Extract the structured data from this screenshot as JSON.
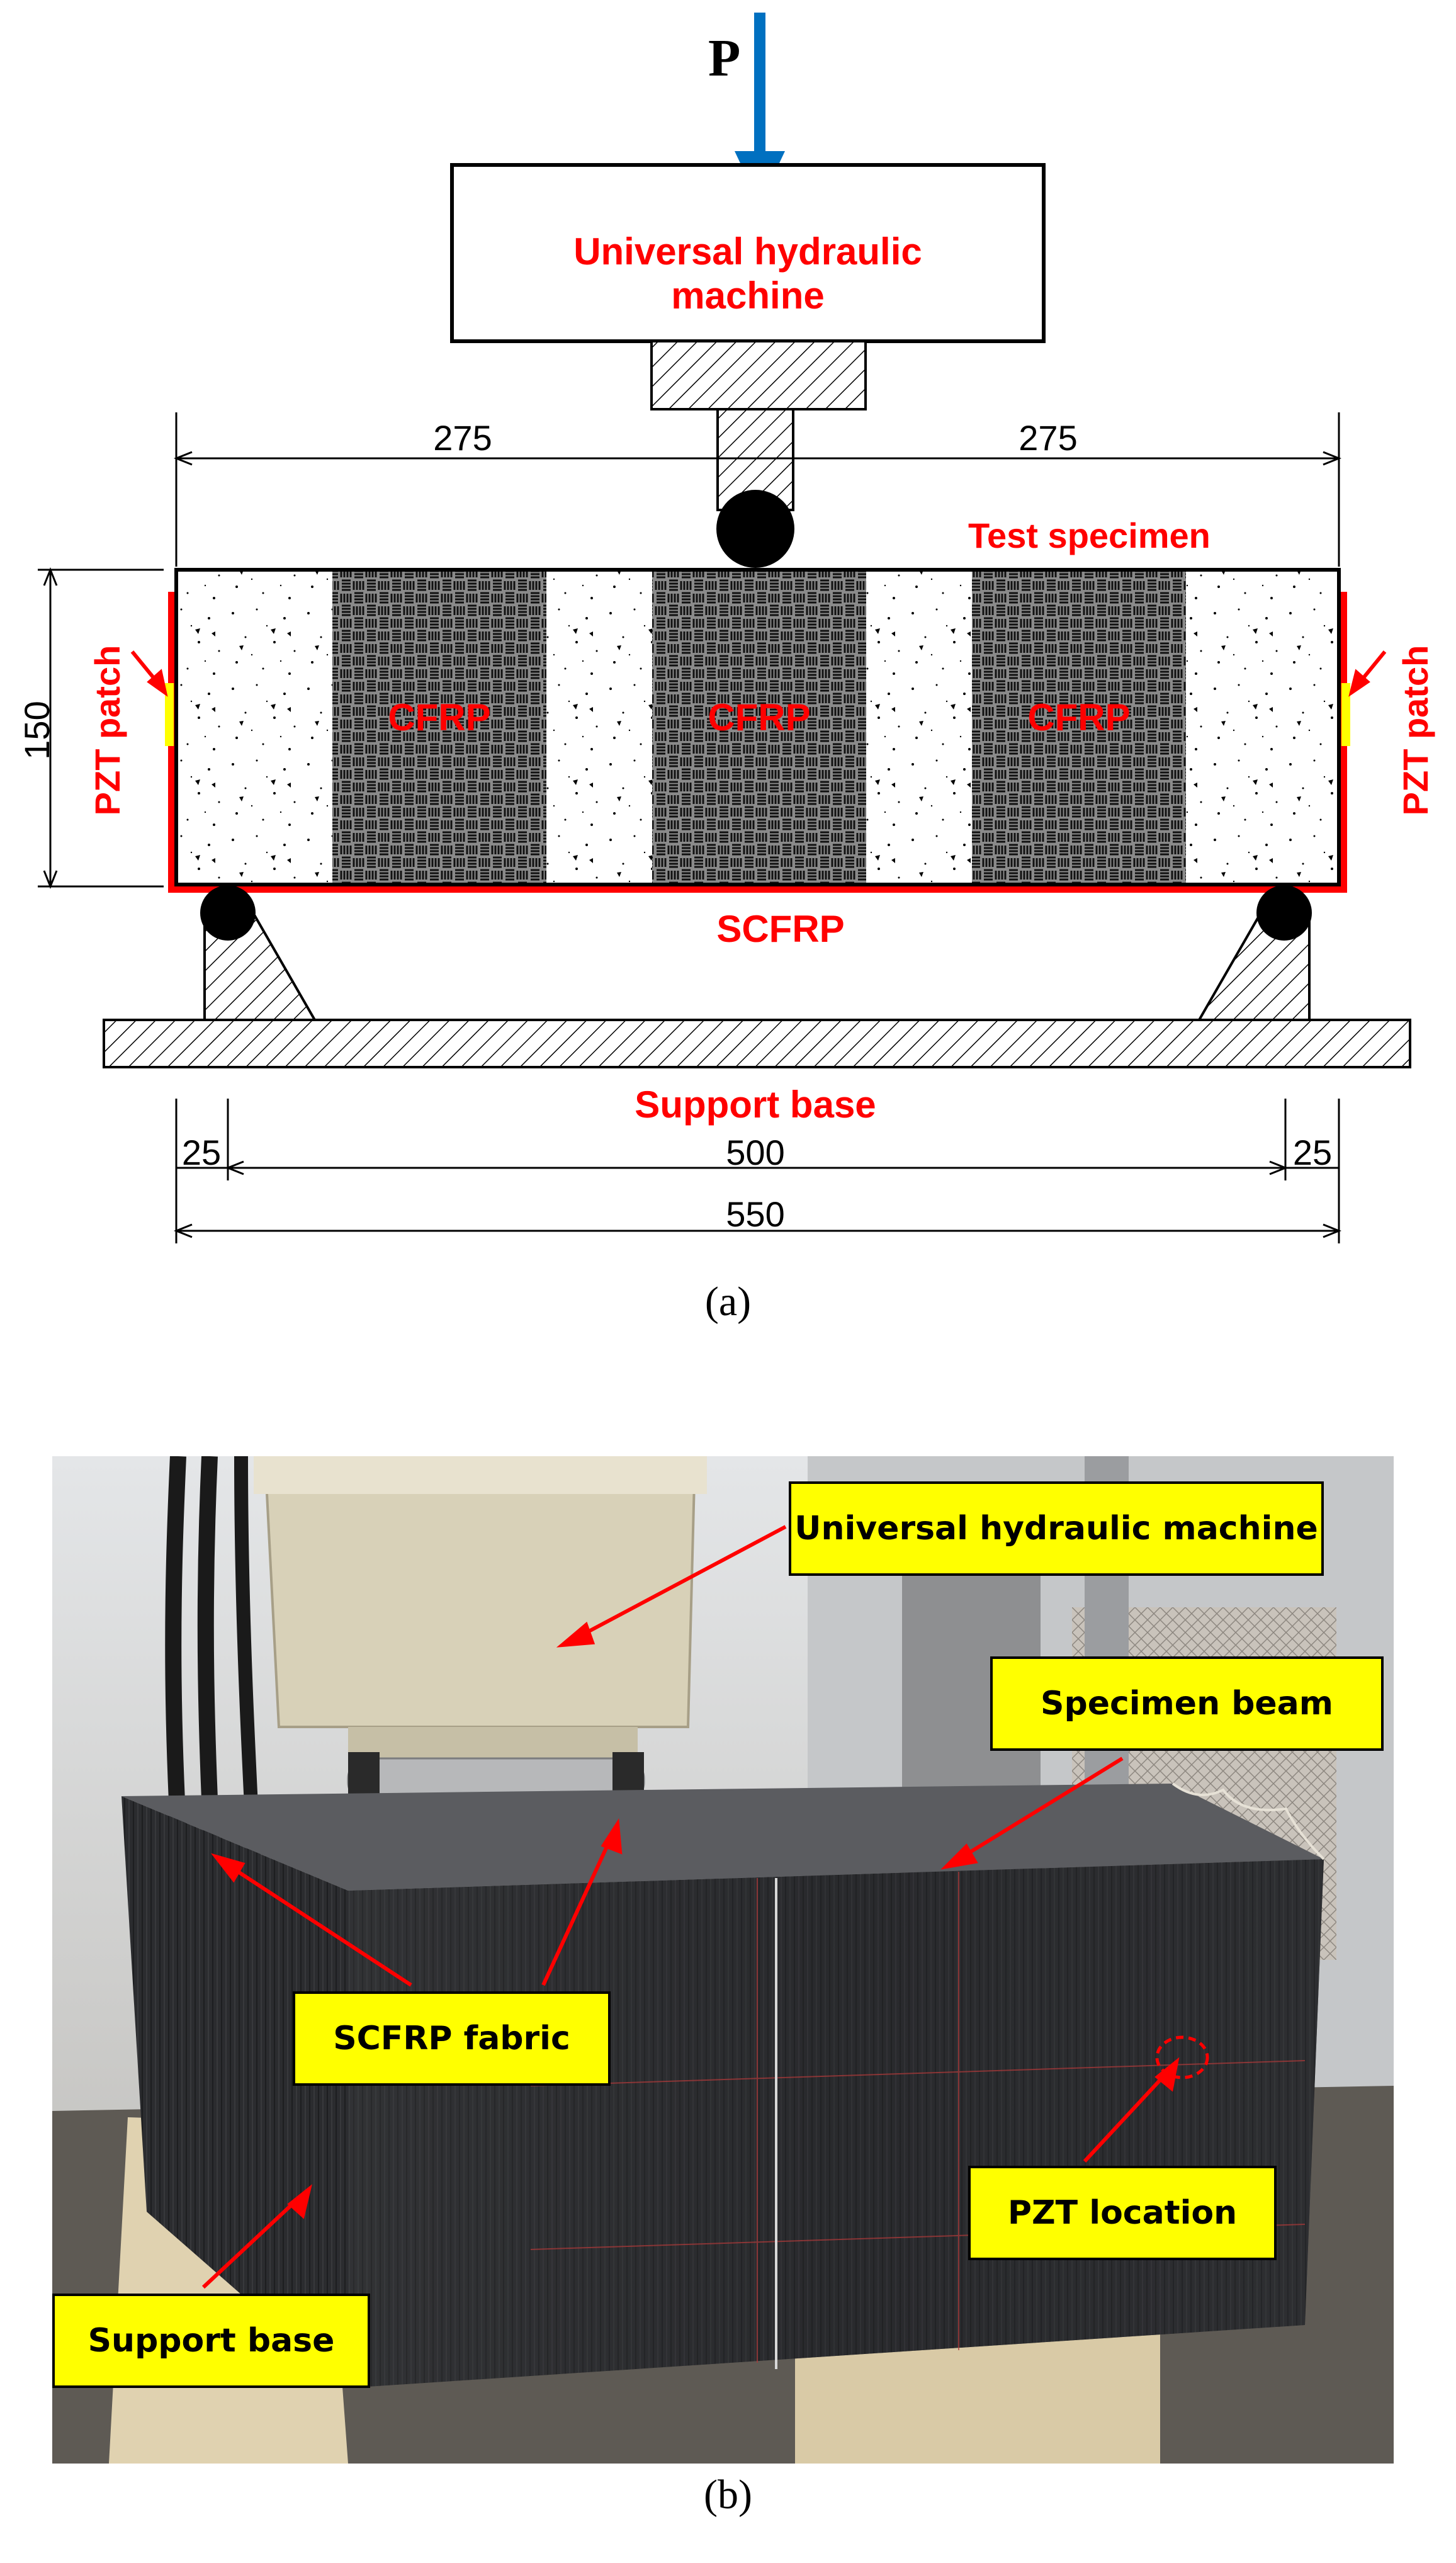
{
  "figure_a": {
    "load_label": "P",
    "machine_label_line1": "Universal hydraulic",
    "machine_label_line2": "machine",
    "specimen_label": "Test specimen",
    "cfrp_labels": [
      "CFRP",
      "CFRP",
      "CFRP"
    ],
    "pzt_left_label": "PZT patch",
    "pzt_right_label": "PZT patch",
    "scfrp_label": "SCFRP",
    "support_label": "Support base",
    "dim_left_half": "275",
    "dim_right_half": "275",
    "dim_height": "150",
    "dim_overhang_left": "25",
    "dim_span": "500",
    "dim_overhang_right": "25",
    "dim_total": "550",
    "colors": {
      "label_red": "#ff0000",
      "load_arrow": "#0070c0",
      "pzt_patch": "#ffff00"
    }
  },
  "caption_a": "(a)",
  "figure_b": {
    "callouts": {
      "machine": "Universal hydraulic machine",
      "specimen": "Specimen beam",
      "fabric": "SCFRP fabric",
      "pzt": "PZT location",
      "support": "Support base"
    },
    "colors": {
      "callout_bg": "#ffff00",
      "arrow": "#ff0000"
    }
  },
  "caption_b": "(b)"
}
